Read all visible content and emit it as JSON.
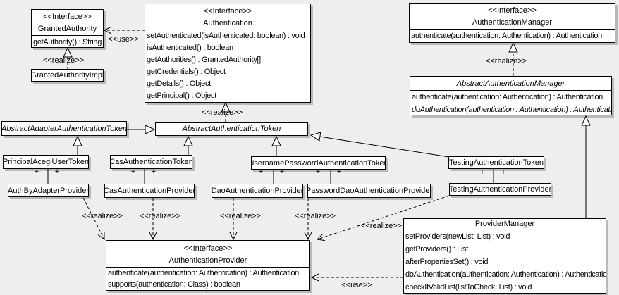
{
  "diagram": {
    "background": "#eeeeee",
    "labels": {
      "use": "<<use>>",
      "realize": "<<realize>>",
      "plus": "+",
      "interface": "<<Interface>>"
    },
    "classes": {
      "granted_authority": {
        "stereotype": "<<Interface>>",
        "name": "GrantedAuthority",
        "members": [
          "getAuthority() : String"
        ]
      },
      "granted_authority_impl": {
        "name": "GrantedAuthorityImpl"
      },
      "authentication": {
        "stereotype": "<<Interface>>",
        "name": "Authentication",
        "members": [
          "setAuthenticated(isAuthenticated: boolean) : void",
          "isAuthenticated() : boolean",
          "getAuthorities() : GrantedAuthority[]",
          "getCredentials() : Object",
          "getDetails() : Object",
          "getPrincipal() : Object"
        ]
      },
      "authentication_manager": {
        "stereotype": "<<Interface>>",
        "name": "AuthenticationManager",
        "members": [
          "authenticate(authentication: Authentication) : Authentication"
        ]
      },
      "abstract_authentication_manager": {
        "name": "AbstractAuthenticationManager",
        "members": [
          "authenticate(authentication: Authentication) : Authentication",
          "doAuthentication(authentication : Authentication) : Authentication"
        ]
      },
      "abstract_adapter_authentication_token": {
        "name": "AbstractAdapterAuthenticationToken"
      },
      "abstract_authentication_token": {
        "name": "AbstractAuthenticationToken"
      },
      "principal_acegi_user_token": {
        "name": "PrincipalAcegiUserToken"
      },
      "cas_authentication_token": {
        "name": "CasAuthenticationToken"
      },
      "username_password_authentication_token": {
        "name": "UsernamePasswordAuthenticationToken"
      },
      "testing_authentication_token": {
        "name": "TestingAuthenticationToken"
      },
      "auth_by_adapter_provider": {
        "name": "AuthByAdapterProvider"
      },
      "cas_authentication_provider": {
        "name": "CasAuthenticationProvider"
      },
      "dao_authentication_provider": {
        "name": "DaoAuthenticationProvider"
      },
      "password_dao_authentication_provider": {
        "name": "PasswordDaoAuthenticationProvider"
      },
      "testing_authentication_provider": {
        "name": "TestingAuthenticationProvider"
      },
      "authentication_provider": {
        "stereotype": "<<Interface>>",
        "name": "AuthenticationProvider",
        "members": [
          "authenticate(authentication: Authentication) : Authentication",
          "supports(authentication: Class) : boolean"
        ]
      },
      "provider_manager": {
        "name": "ProviderManager",
        "members": [
          "setProviders(newList: List) : void",
          "getProviders() : List",
          "afterPropertiesSet() : void",
          "doAuthentication(authentication: Authentication) : Authentication",
          "checkIfValidList(listToCheck: List) : void"
        ]
      }
    }
  }
}
